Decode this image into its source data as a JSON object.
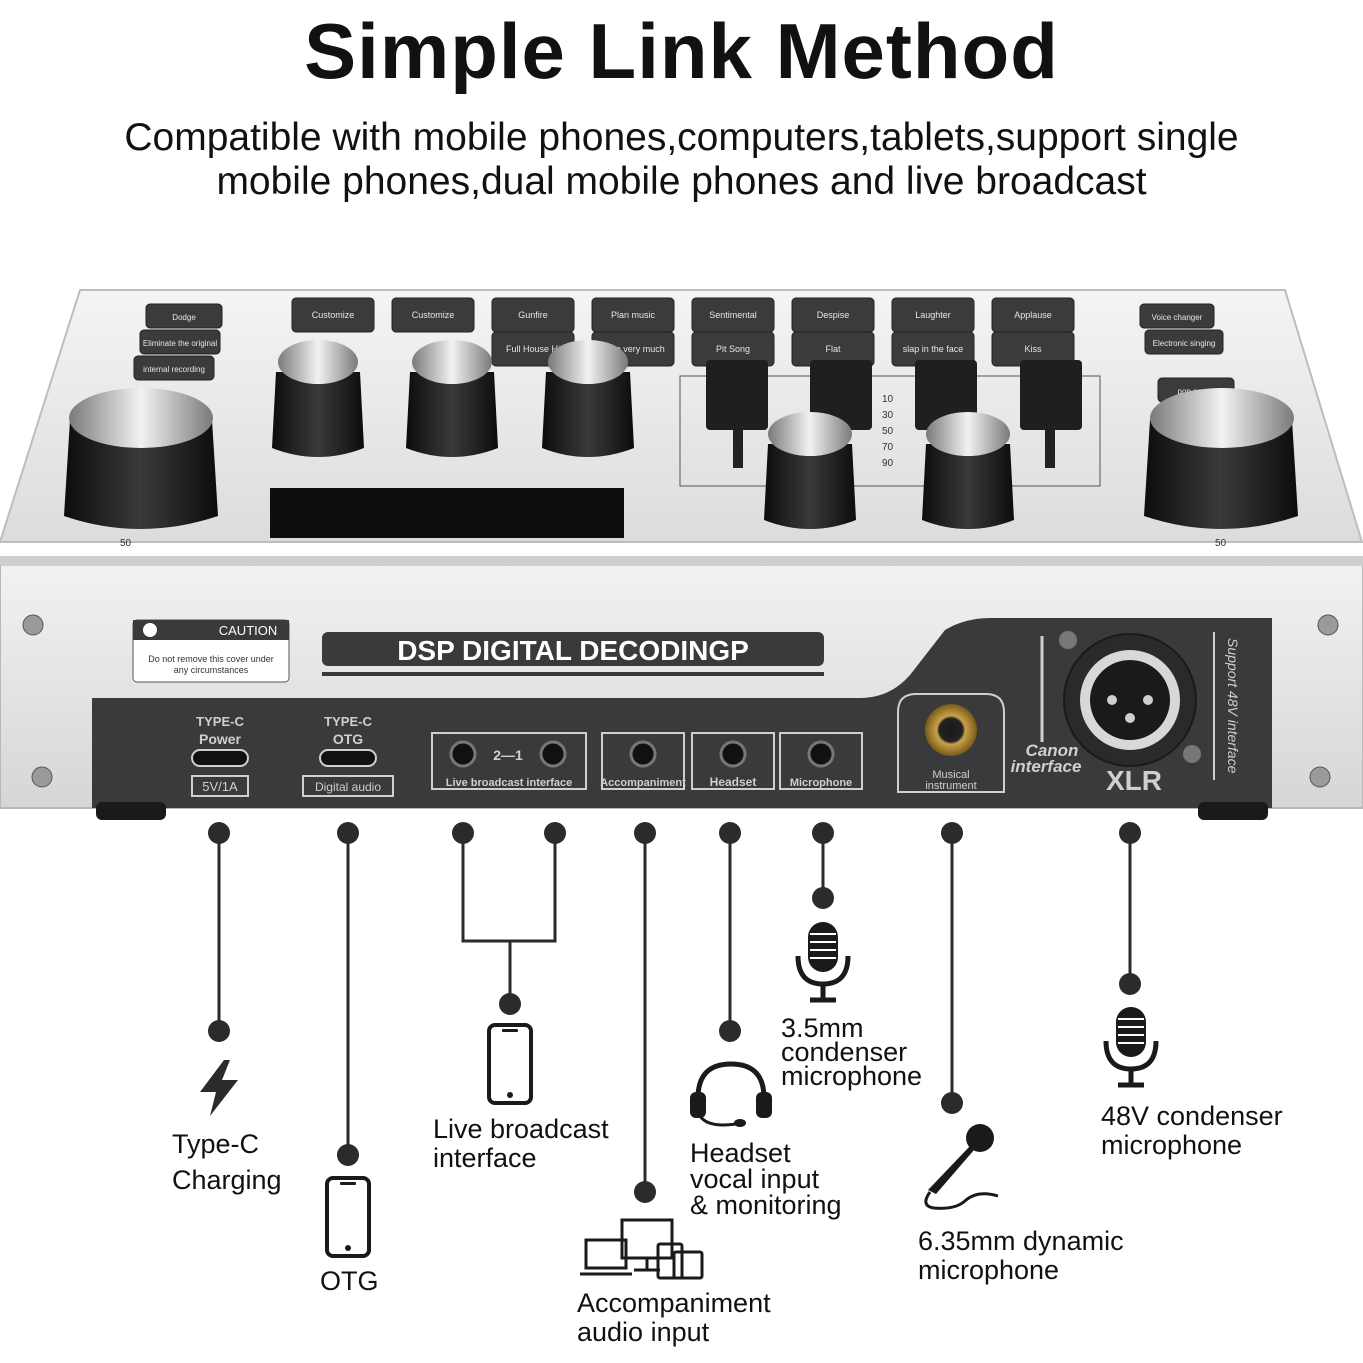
{
  "title": "Simple Link Method",
  "subtitle": {
    "line1": "Compatible with mobile phones,computers,tablets,support single",
    "line2": "mobile phones,dual mobile phones and live broadcast"
  },
  "device": {
    "banner": "DSP DIGITAL DECODINGP",
    "caution": {
      "heading": "CAUTION",
      "line1": "Do not remove this cover under",
      "line2": "any circumstances"
    },
    "ports": {
      "type_c_power": {
        "type": "TYPE-C",
        "label": "Power",
        "rating": "5V/1A"
      },
      "type_c_otg": {
        "type": "TYPE-C",
        "label": "OTG",
        "tag": "Digital audio"
      },
      "live_broadcast": {
        "label": "Live broadcast interface",
        "mapping": "2—1"
      },
      "accompaniment": "Accompaniment",
      "headset": "Headset",
      "microphone": "Microphone",
      "musical_instrument": {
        "line1": "Musical",
        "line2": "instrument"
      },
      "canon": {
        "line1": "Canon",
        "line2": "interface"
      },
      "xlr": "XLR",
      "support48v": "Support 48V interface"
    },
    "top_buttons": [
      "Customize",
      "Customize",
      "Gunfire",
      "Plan music",
      "Sentimental",
      "Despise",
      "Laughter",
      "Applause"
    ],
    "top_buttons_row2": [
      "Full House Hi",
      "Love very much",
      "Pit Song",
      "Flat",
      "slap in the face",
      "Kiss"
    ],
    "left_buttons": [
      "Dodge",
      "Eliminate the original",
      "internal recording"
    ],
    "right_buttons": [
      "Voice changer",
      "Electronic singing",
      "pop songs"
    ],
    "fader_scale": [
      "10",
      "30",
      "50",
      "70",
      "90"
    ],
    "knob_scale": "50"
  },
  "labels": {
    "type_c_charging": {
      "line1": "Type-C",
      "line2": "Charging"
    },
    "otg": "OTG",
    "live_broadcast": {
      "line1": "Live broadcast",
      "line2": "interface"
    },
    "accompaniment": {
      "line1": "Accompaniment",
      "line2": "audio input"
    },
    "headset": {
      "line1": "Headset",
      "line2": "vocal input",
      "line3": "& monitoring"
    },
    "condenser35": {
      "line1": "3.5mm",
      "line2": "condenser",
      "line3": "microphone"
    },
    "dynamic635": {
      "line1": "6.35mm dynamic",
      "line2": "microphone"
    },
    "condenser48v": {
      "line1": "48V condenser",
      "line2": "microphone"
    }
  },
  "icons": {
    "charging": "lightning-icon",
    "otg": "smartphone-icon",
    "live": "smartphone-icon",
    "accompaniment": "devices-icon",
    "headset": "headset-icon",
    "condenser35": "microphone-icon",
    "dynamic": "handheld-microphone-icon",
    "condenser48v": "microphone-icon"
  },
  "colors": {
    "panel_dark": "#3a3a3c",
    "panel_light": "#e9e9ea",
    "line": "#2b2b2d"
  }
}
